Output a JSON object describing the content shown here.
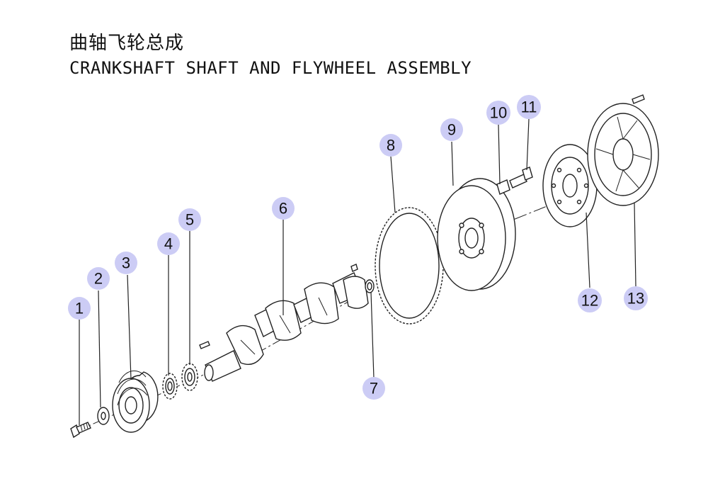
{
  "title_cn": "曲轴飞轮总成",
  "title_en": "CRANKSHAFT SHAFT AND FLYWHEEL ASSEMBLY",
  "colors": {
    "callout_bubble": "#ccccf5",
    "line": "#222222"
  },
  "callouts": [
    {
      "label": "1"
    },
    {
      "label": "2"
    },
    {
      "label": "3"
    },
    {
      "label": "4"
    },
    {
      "label": "5"
    },
    {
      "label": "6"
    },
    {
      "label": "7"
    },
    {
      "label": "8"
    },
    {
      "label": "9"
    },
    {
      "label": "10"
    },
    {
      "label": "11"
    },
    {
      "label": "12"
    },
    {
      "label": "13"
    }
  ]
}
